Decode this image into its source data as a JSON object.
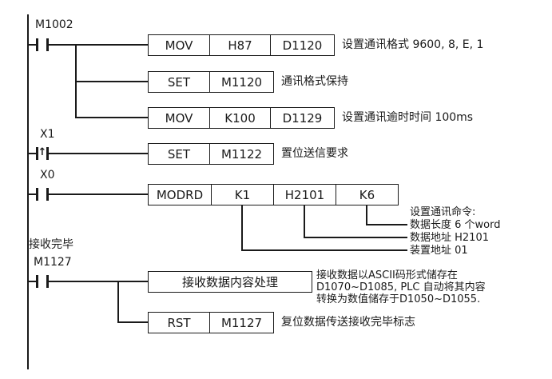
{
  "rung1": {
    "contact": "M1002",
    "box_mov1": {
      "op": "MOV",
      "operand1": "H87",
      "operand2": "D1120"
    },
    "comment_mov1": "设置通讯格式 9600, 8, E, 1",
    "box_set": {
      "op": "SET",
      "operand1": "M1120"
    },
    "comment_set": "通讯格式保持",
    "box_mov2": {
      "op": "MOV",
      "operand1": "K100",
      "operand2": "D1129"
    },
    "comment_mov2": "设置通讯逾时时间 100ms"
  },
  "rung2": {
    "contact": "X1",
    "edge_arrow": "↑",
    "box": {
      "op": "SET",
      "operand1": "M1122"
    },
    "comment": "置位送信要求"
  },
  "rung3": {
    "contact": "X0",
    "box": {
      "op": "MODRD",
      "operand1": "K1",
      "operand2": "H2101",
      "operand3": "K6"
    },
    "notes": [
      "设置通讯命令:",
      "数据长度 6 个word",
      "数据地址 H2101",
      "装置地址 01"
    ]
  },
  "rung4": {
    "contact_comment": "接收完毕",
    "contact": "M1127",
    "box_process": "接收数据内容处理",
    "process_notes": [
      "接收数据以ASCII码形式储存在",
      "D1070~D1085, PLC 自动将其内容",
      "转换为数值储存于D1050~D1055."
    ],
    "box_rst": {
      "op": "RST",
      "operand1": "M1127"
    },
    "comment_rst": "复位数据传送接收完毕标志"
  }
}
